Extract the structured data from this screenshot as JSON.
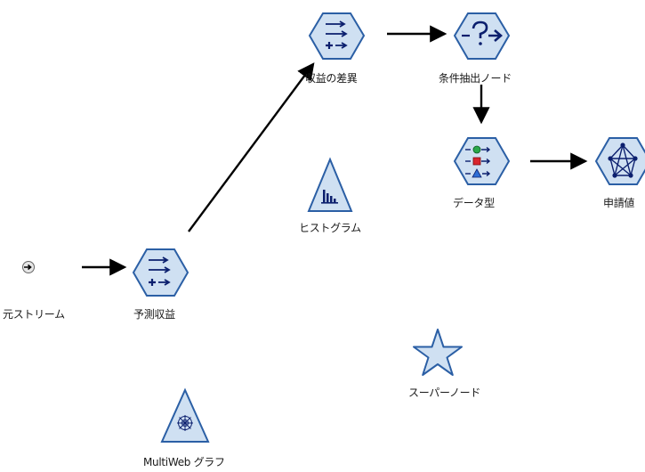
{
  "canvas": {
    "background": "#ffffff",
    "node_fill": "#cfe0f2",
    "node_stroke": "#2b5fa5",
    "glyph_color": "#0b1f6e",
    "arrow_color": "#000000"
  },
  "nodes": {
    "source_stream": {
      "label": "元ストリーム",
      "icon": "source-stream-icon"
    },
    "predicted_profit": {
      "label": "予測収益",
      "icon": "derive-hexagon-icon"
    },
    "profit_difference": {
      "label": "収益の差異",
      "icon": "derive-hexagon-icon"
    },
    "condition_select": {
      "label": "条件抽出ノード",
      "icon": "select-hexagon-icon"
    },
    "data_type": {
      "label": "データ型",
      "icon": "type-hexagon-icon"
    },
    "application_value": {
      "label": "申請値",
      "icon": "web-network-hexagon-icon"
    },
    "histogram": {
      "label": "ヒストグラム",
      "icon": "histogram-triangle-icon"
    },
    "supernode": {
      "label": "スーパーノード",
      "icon": "star-icon"
    },
    "multiweb_graph": {
      "label": "MultiWeb グラフ",
      "icon": "web-triangle-icon"
    }
  }
}
